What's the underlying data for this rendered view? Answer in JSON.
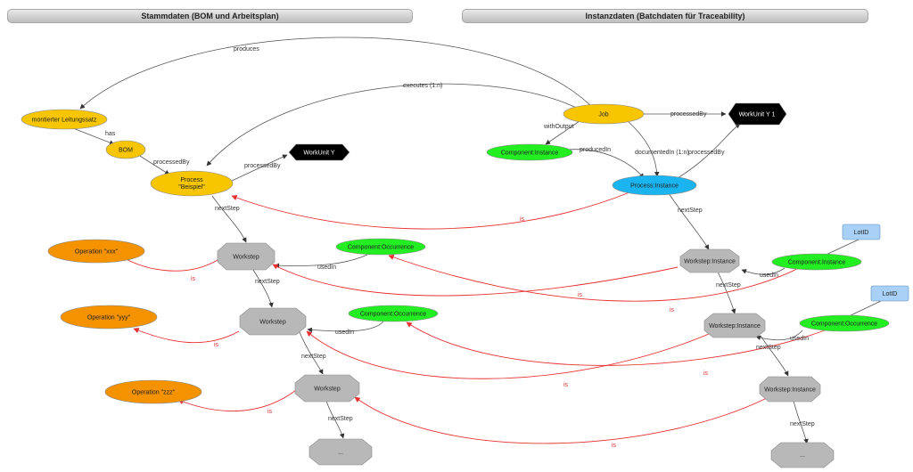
{
  "headers": {
    "left": "Stammdaten (BOM und Arbeitsplan)",
    "right": "Instanzdaten (Batchdaten für Traceability)"
  },
  "nodes": {
    "leitungssatz": "montierter Leitungssatz",
    "bom": "BOM",
    "process_line1": "Process",
    "process_line2": "\"Beispiel\"",
    "workunit_y": "WorkUnit Y",
    "job": "Job",
    "workunit_y1": "WorkUnit Y 1",
    "component_instance_top": "Component:Instance",
    "process_instance": "Process:Instance",
    "operation_xxx": "Operation \"xxx\"",
    "operation_yyy": "Operation \"yyy\"",
    "operation_zzz": "Operation \"zzz\"",
    "workstep1": "Workstep",
    "workstep2": "Workstep",
    "workstep3": "Workstep",
    "ellipsis_left": "...",
    "component_occurrence1": "Component:Occurrence",
    "component_occurrence2": "Component:Occurrence",
    "workstep_instance1": "Workstep:Instance",
    "workstep_instance2": "Workstep:Instance",
    "workstep_instance3": "Workstep:Instance",
    "ellipsis_right": "...",
    "component_instance_right": "Component:Instance",
    "component_occurrence_right": "Component:Occurrence",
    "lotid1": "LotID",
    "lotid2": "LotID"
  },
  "edges": {
    "produces": "produces",
    "executes": "executes (1:n)",
    "has": "has",
    "processedBy_bom": "processedBy",
    "processedBy_process": "processedBy",
    "processedBy_job": "processedBy",
    "withOutput": "withOutput",
    "producedIn": "producedIn",
    "documentedIn": "documentedIn (1:n)",
    "processedBy_instance": "processedBy",
    "nextStep_1": "nextStep",
    "nextStep_2": "nextStep",
    "nextStep_3": "nextStep",
    "nextStep_4": "nextStep",
    "nextStep_r1": "nextStep",
    "nextStep_r2": "nextStep",
    "nextStep_r3": "nextStep",
    "nextStep_r4": "nextStep",
    "usedIn_1": "usedIn",
    "usedIn_2": "usedIn",
    "usedIn_r1": "usedIn",
    "usedIn_r2": "usedIn",
    "is": "is"
  },
  "colors": {
    "yellow": "#f7c600",
    "orange": "#f59200",
    "green": "#22ee22",
    "cyan": "#1ab5f0",
    "gray": "#b8b8b8",
    "black": "#000000",
    "lightblue": "#a9d1f7",
    "is_edge": "#e83030"
  }
}
